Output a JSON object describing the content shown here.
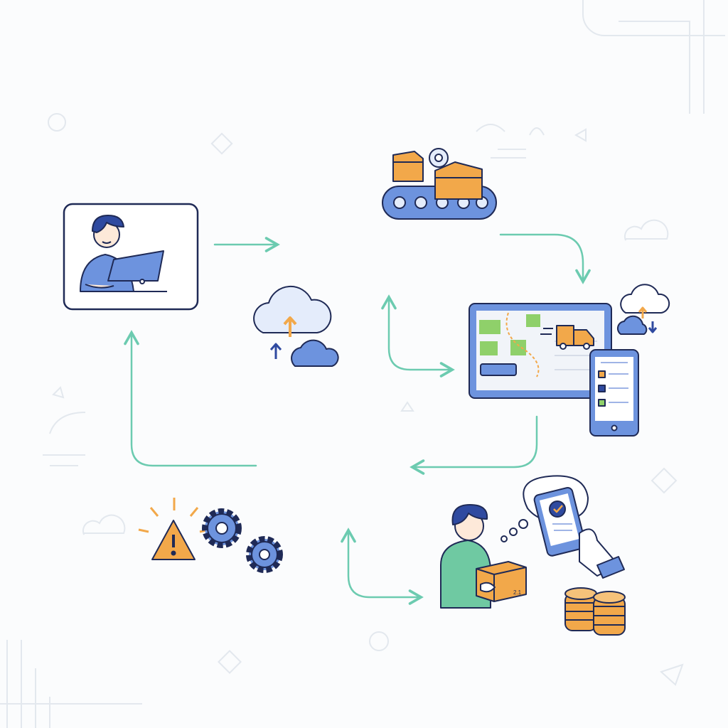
{
  "colors": {
    "background": "#fbfcfd",
    "outline": "#1f2a56",
    "blue": "#5b7fd6",
    "light_blue": "#e4ecfb",
    "orange": "#f2a84a",
    "teal_arrow": "#6ccbb0",
    "green_shirt": "#6fc9a2",
    "map_green": "#8fd06a",
    "decor": "#e3e8ee"
  },
  "nodes": [
    {
      "id": "customer-order",
      "icon": "person-laptop-icon"
    },
    {
      "id": "cloud-sync",
      "icon": "cloud-upload-icon"
    },
    {
      "id": "warehouse",
      "icon": "conveyor-belt-icon"
    },
    {
      "id": "tracking",
      "icon": "map-monitor-phone-icon"
    },
    {
      "id": "issues",
      "icon": "warning-gears-icon"
    },
    {
      "id": "delivery",
      "icon": "person-package-payment-icon"
    }
  ],
  "package_label": "2.1"
}
